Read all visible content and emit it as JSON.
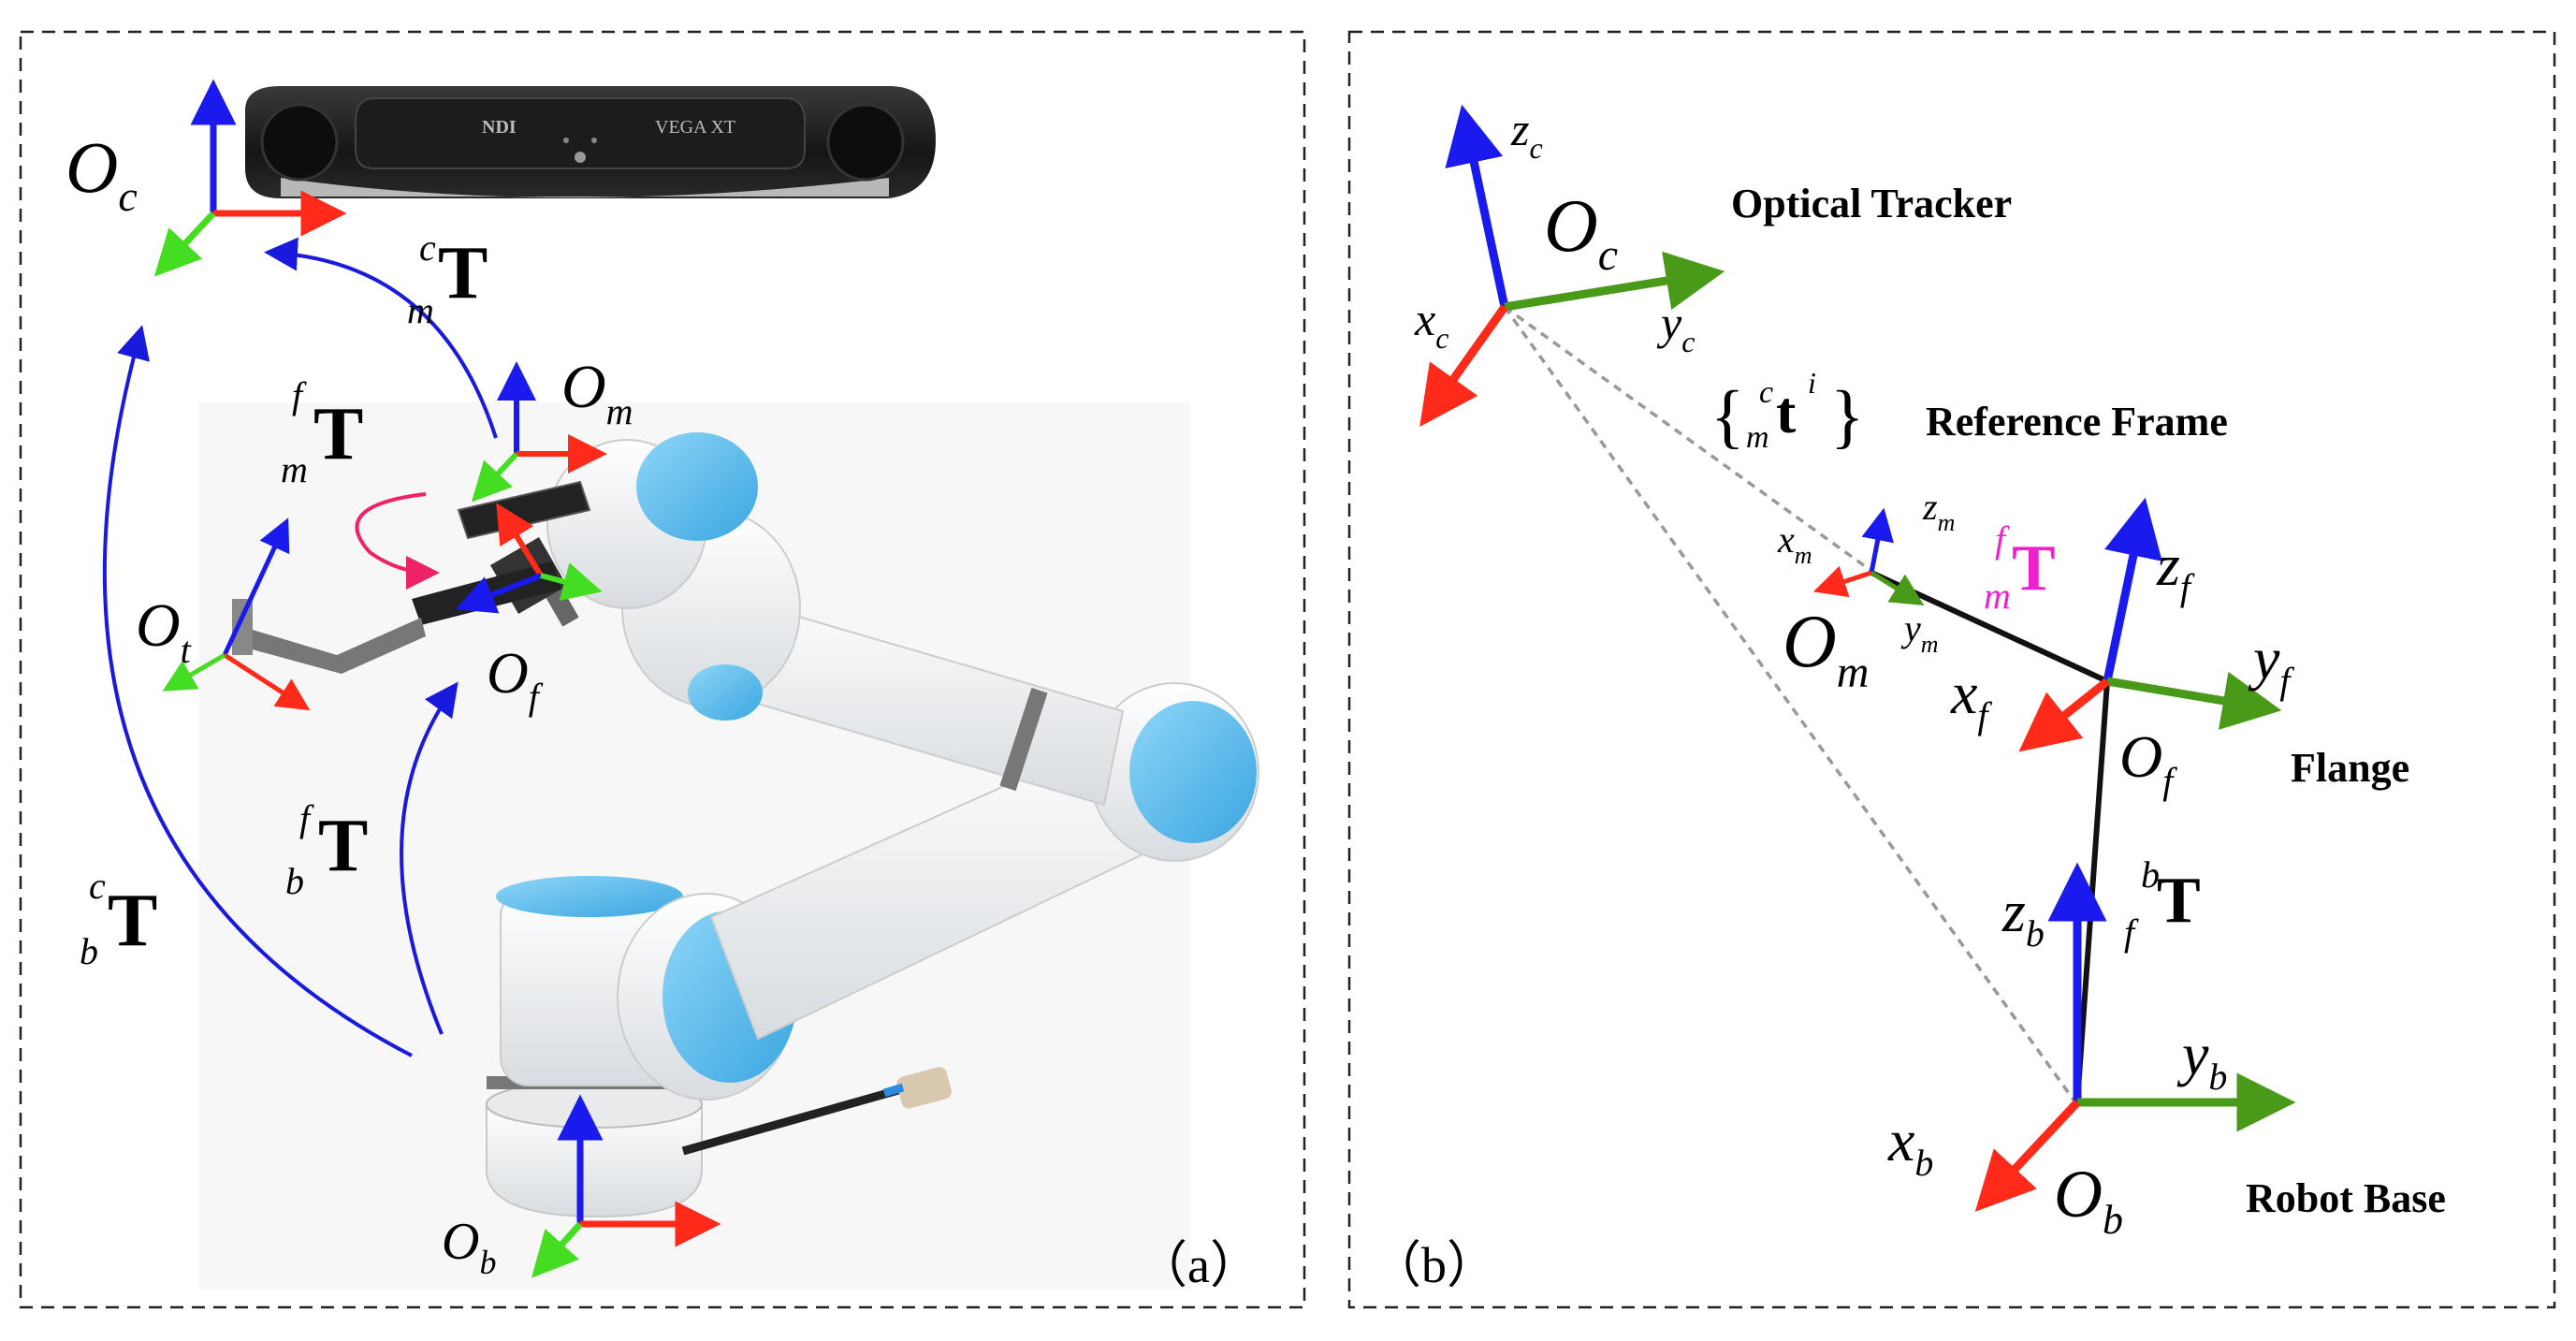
{
  "panel_a": {
    "tag": "（a）",
    "device": {
      "brand": "NDI",
      "model": "VEGA XT"
    },
    "frames": {
      "camera": {
        "sym": "O",
        "sub": "c"
      },
      "marker": {
        "sym": "O",
        "sub": "m"
      },
      "tool": {
        "sym": "O",
        "sub": "t"
      },
      "flange": {
        "sym": "O",
        "sub": "f"
      },
      "base": {
        "sym": "O",
        "sub": "b"
      }
    },
    "transforms": {
      "cam_marker": {
        "sup": "c",
        "sub": "m",
        "main": "T"
      },
      "flange_marker": {
        "sup": "f",
        "sub": "m",
        "main": "T"
      },
      "flange_base": {
        "sup": "f",
        "sub": "b",
        "main": "T"
      },
      "cam_base": {
        "sup": "c",
        "sub": "b",
        "main": "T"
      }
    }
  },
  "panel_b": {
    "tag": "（b）",
    "labels": {
      "optical_tracker": "Optical Tracker",
      "reference_frame": "Reference Frame",
      "flange": "Flange",
      "robot_base": "Robot Base"
    },
    "frames": {
      "camera": {
        "sym": "O",
        "sub": "c",
        "x": "x",
        "x_sub": "c",
        "y": "y",
        "y_sub": "c",
        "z": "z",
        "z_sub": "c"
      },
      "marker": {
        "sym": "O",
        "sub": "m",
        "x": "x",
        "x_sub": "m",
        "y": "y",
        "y_sub": "m",
        "z": "z",
        "z_sub": "m"
      },
      "flange": {
        "sym": "O",
        "sub": "f",
        "x": "x",
        "x_sub": "f",
        "y": "y",
        "y_sub": "f",
        "z": "z",
        "z_sub": "f"
      },
      "base": {
        "sym": "O",
        "sub": "b",
        "x": "x",
        "x_sub": "b",
        "y": "y",
        "y_sub": "b",
        "z": "z",
        "z_sub": "b"
      }
    },
    "point_set": {
      "open": "{",
      "sup_left": "c",
      "sub_left": "m",
      "main": "t",
      "sup": "i",
      "close": "}"
    },
    "transforms": {
      "flange_marker": {
        "sup": "f",
        "sub": "m",
        "main": "T"
      },
      "base_flange": {
        "sup": "b",
        "sub": "f",
        "main": "T"
      }
    }
  },
  "colors": {
    "x_axis": "#ff2a1a",
    "y_axis": "#4a9a1a",
    "z_axis": "#1a1aee",
    "arc": "#1a1add",
    "magenta": "#ee22cc",
    "arrow_pink": "#ee2266"
  }
}
